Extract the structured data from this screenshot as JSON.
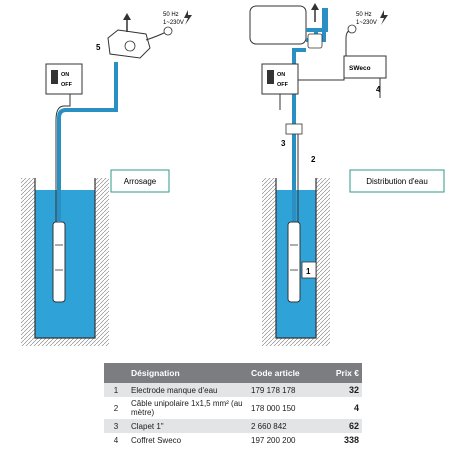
{
  "labels": {
    "left_caption": "Arrosage",
    "right_caption": "Distribution d'eau",
    "left_power": [
      "50 Hz",
      "1~230V"
    ],
    "right_power": [
      "50 Hz",
      "1~230V"
    ],
    "switch_on": "ON",
    "switch_off": "OFF",
    "sweco_box": "SWeco",
    "callout_5": "5",
    "callout_4": "4",
    "callout_3": "3",
    "callout_2": "2",
    "callout_1": "1"
  },
  "table": {
    "headers": {
      "num": "",
      "designation": "Désignation",
      "code": "Code article",
      "price": "Prix €"
    },
    "rows": [
      {
        "num": "1",
        "designation": "Electrode manque d'eau",
        "code": "179 178 178",
        "price": "32"
      },
      {
        "num": "2",
        "designation": "Câble unipolaire 1x1,5 mm² (au mètre)",
        "code": "178 000 150",
        "price": "4"
      },
      {
        "num": "3",
        "designation": "Clapet 1\"",
        "code": "2 660 842",
        "price": "62"
      },
      {
        "num": "4",
        "designation": "Coffret Sweco",
        "code": "197 200 200",
        "price": "338"
      }
    ]
  },
  "colors": {
    "water": "#2fa3d8",
    "pipe": "#2fa3d8",
    "callout_border": "#2f9a8a",
    "header_bg": "#7c7d80",
    "alt_row": "#e3e4e5"
  }
}
